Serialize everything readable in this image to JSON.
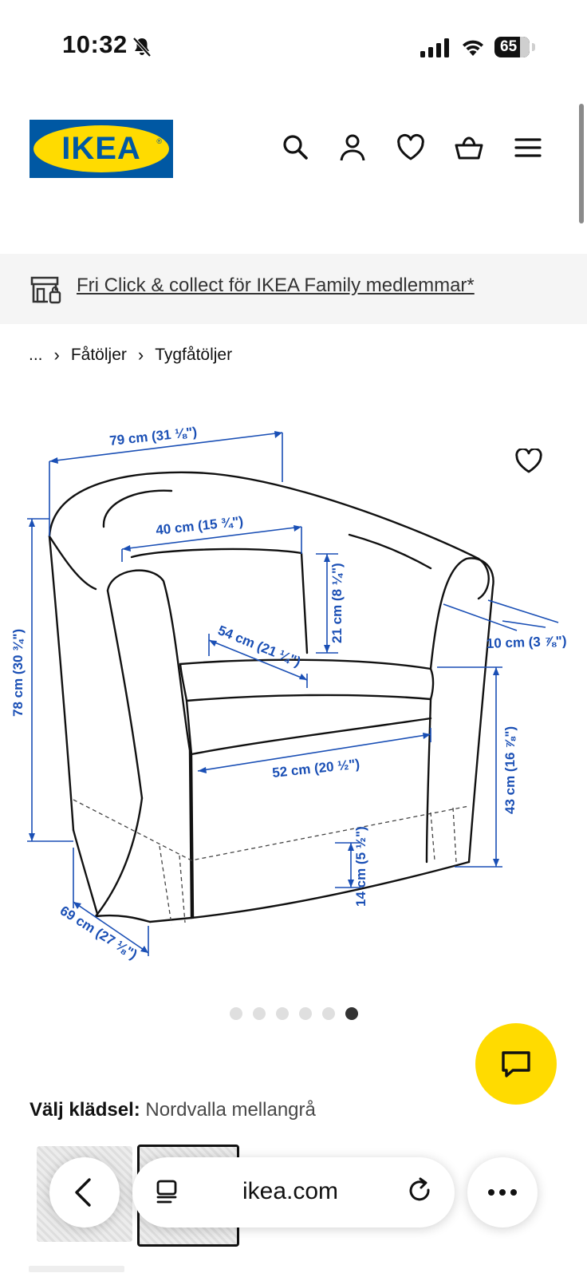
{
  "status_bar": {
    "time": "10:32",
    "battery": "65"
  },
  "header": {
    "logo_text": "IKEA"
  },
  "promo": {
    "text": "Fri Click & collect för IKEA Family medlemmar*"
  },
  "breadcrumb": {
    "ellipsis": "...",
    "items": [
      "Fåtöljer",
      "Tygfåtöljer"
    ]
  },
  "dimensions": {
    "overall_width": "79 cm (31 ⅛\")",
    "seat_width": "40 cm (15 ¾\")",
    "back_cushion_height": "21 cm (8 ¼\")",
    "seat_depth": "54 cm (21 ¼\")",
    "armrest_width": "10 cm (3 ⅞\")",
    "overall_height": "78 cm (30 ¾\")",
    "front_width": "52 cm (20 ½\")",
    "seat_height": "43 cm (16 ⅞\")",
    "skirt_height": "14 cm (5 ½\")",
    "overall_depth": "69 cm (27 ⅛\")"
  },
  "carousel": {
    "count": 6,
    "active_index": 5
  },
  "upholstery": {
    "label": "Välj klädsel:",
    "value": "Nordvalla mellangrå"
  },
  "browser": {
    "url": "ikea.com"
  },
  "colors": {
    "ikea_blue": "#0058a3",
    "ikea_yellow": "#ffdb00",
    "dimension_blue": "#1a4fb5"
  }
}
